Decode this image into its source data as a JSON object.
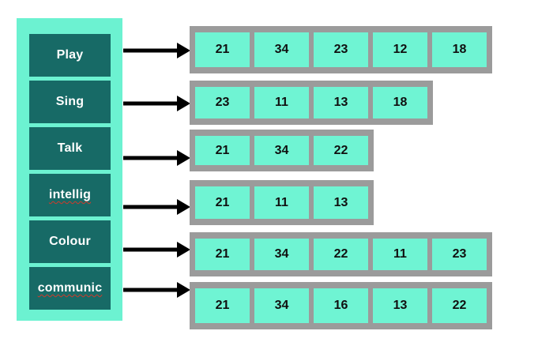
{
  "palette": {
    "sidebar_bg": "#6CF2D1",
    "box_bg": "#176A66",
    "box_text": "#FFFFFF",
    "container_bg": "#9B9B9B",
    "cell_bg": "#6FF4D3",
    "cell_text": "#101010",
    "arrow": "#000000",
    "misspell": "#D03A2B"
  },
  "rows": [
    {
      "label": "Play",
      "misspelled": false,
      "values": [
        "21",
        "34",
        "23",
        "12",
        "18"
      ]
    },
    {
      "label": "Sing",
      "misspelled": false,
      "values": [
        "23",
        "11",
        "13",
        "18"
      ]
    },
    {
      "label": "Talk",
      "misspelled": false,
      "values": [
        "21",
        "34",
        "22"
      ]
    },
    {
      "label": "intellig",
      "misspelled": true,
      "values": [
        "21",
        "11",
        "13"
      ]
    },
    {
      "label": "Colour",
      "misspelled": false,
      "values": [
        "21",
        "34",
        "22",
        "11",
        "23"
      ]
    },
    {
      "label": "communic",
      "misspelled": true,
      "values": [
        "21",
        "34",
        "16",
        "13",
        "22"
      ]
    }
  ]
}
